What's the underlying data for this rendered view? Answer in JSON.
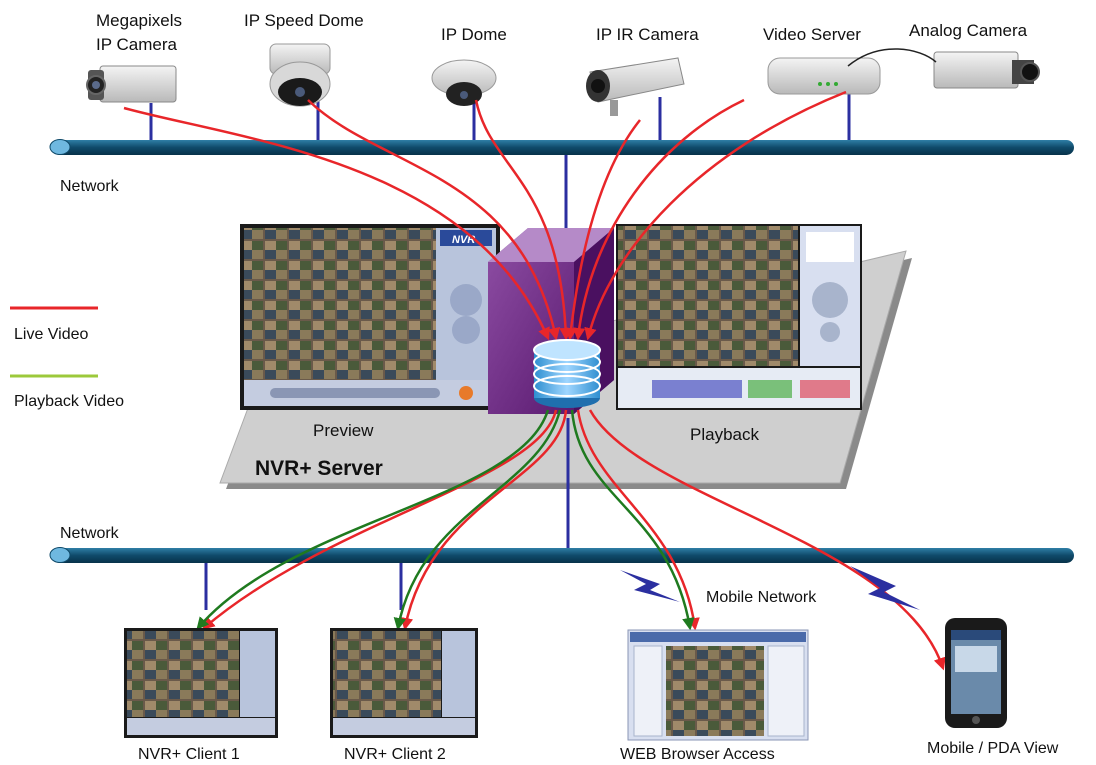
{
  "devices": {
    "megapixel_camera": {
      "line1": "Megapixels",
      "line2": "IP Camera"
    },
    "speed_dome": "IP Speed Dome",
    "ip_dome": "IP Dome",
    "ir_camera": "IP IR Camera",
    "video_server": "Video Server",
    "analog_camera": "Analog Camera"
  },
  "networks": {
    "top": "Network",
    "bottom": "Network",
    "mobile": "Mobile Network"
  },
  "legend": {
    "live": {
      "label": "Live Video",
      "color": "#e8262a"
    },
    "playback": {
      "label": "Playback Video",
      "color": "#9cc93b"
    }
  },
  "server": {
    "title": "NVR+ Server",
    "preview": "Preview",
    "playback": "Playback",
    "nvr_logo": "NVR"
  },
  "clients": {
    "client1": "NVR+ Client 1",
    "client2": "NVR+ Client 2",
    "web": "WEB Browser Access",
    "mobile": "Mobile / PDA View"
  },
  "colors": {
    "bus": "#0f4a6a",
    "vline": "#2b2fa0",
    "live": "#e8262a",
    "playback_flow": "#1f7a1f",
    "platform": "#c8c8c8"
  }
}
